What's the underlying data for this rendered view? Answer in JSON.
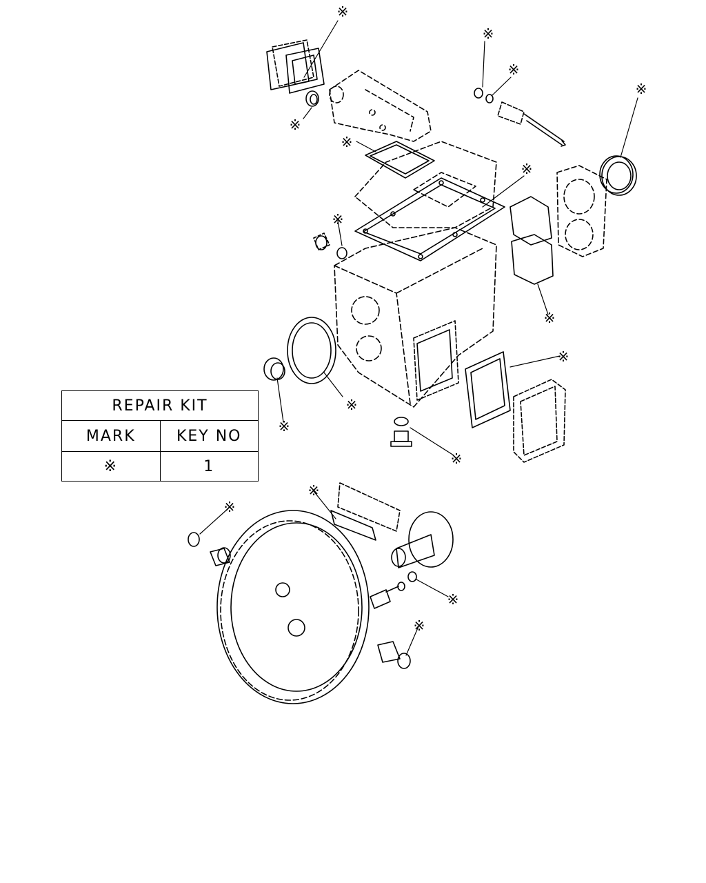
{
  "repair_kit": {
    "title": "REPAIR KIT",
    "headers": {
      "mark": "MARK",
      "key_no": "KEY NO"
    },
    "row": {
      "mark": "※",
      "key_no": "1"
    }
  },
  "callout_symbol": "※",
  "colors": {
    "line": "#000000",
    "background": "#ffffff"
  }
}
